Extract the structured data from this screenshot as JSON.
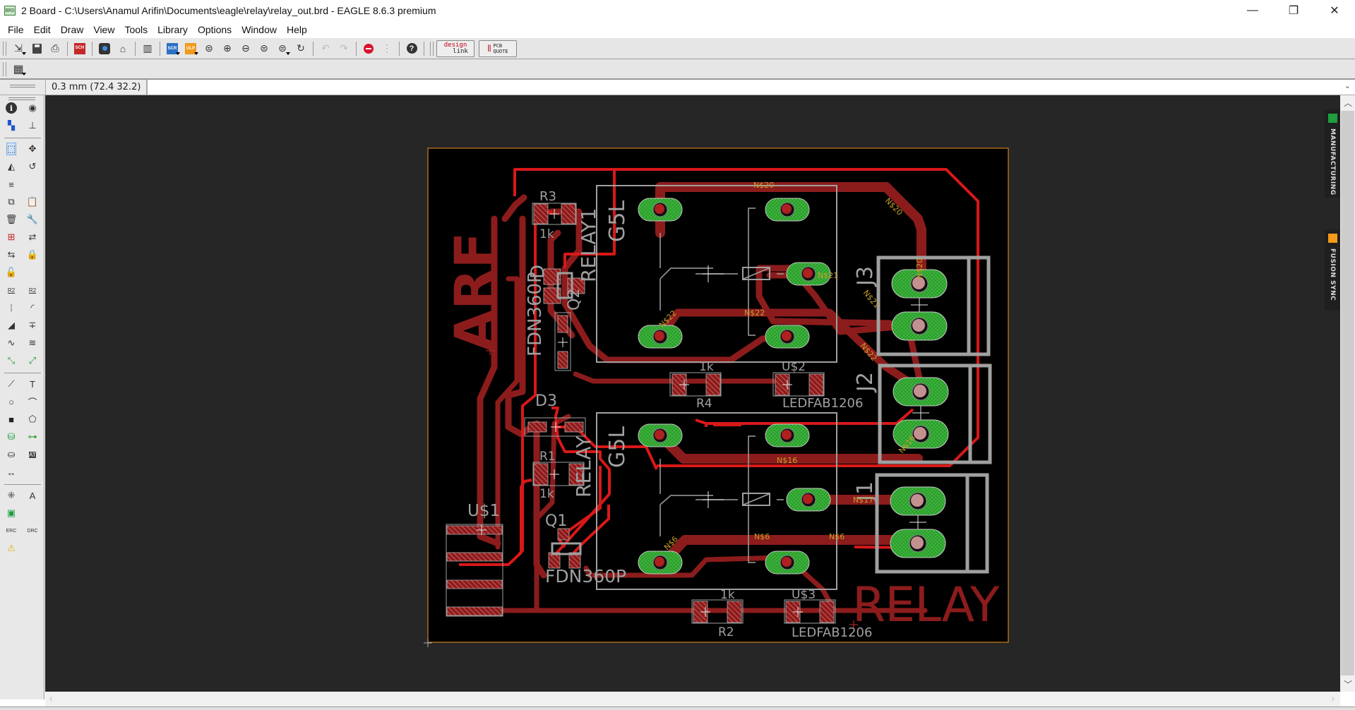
{
  "window": {
    "app_icon_text": "BRD",
    "title": "2 Board - C:\\Users\\Anamul Arifin\\Documents\\eagle\\relay\\relay_out.brd - EAGLE 8.6.3 premium",
    "controls": {
      "minimize": "—",
      "restore": "❐",
      "close": "✕"
    }
  },
  "menu": [
    "File",
    "Edit",
    "Draw",
    "View",
    "Tools",
    "Library",
    "Options",
    "Window",
    "Help"
  ],
  "toolbar": {
    "buttons": [
      {
        "name": "open-icon",
        "glyph": "⇲"
      },
      {
        "name": "save-icon",
        "glyph": "🖫"
      },
      {
        "name": "print-icon",
        "glyph": "⎙"
      },
      {
        "name": "sch-brd-switch-icon",
        "glyph": "SCH"
      },
      {
        "name": "cam-icon",
        "glyph": "◙"
      },
      {
        "name": "manufacturing-icon",
        "glyph": "⌂"
      },
      {
        "name": "library-icon",
        "glyph": "▥"
      },
      {
        "name": "script-icon",
        "glyph": "SCR"
      },
      {
        "name": "ulp-icon",
        "glyph": "ULP"
      },
      {
        "name": "zoom-fit-icon",
        "glyph": "⊜"
      },
      {
        "name": "zoom-in-icon",
        "glyph": "⊕"
      },
      {
        "name": "zoom-out-icon",
        "glyph": "⊖"
      },
      {
        "name": "zoom-select-icon",
        "glyph": "⊜"
      },
      {
        "name": "zoom-last-icon",
        "glyph": "⊜"
      },
      {
        "name": "redraw-icon",
        "glyph": "↻"
      },
      {
        "name": "undo-icon",
        "glyph": "↶"
      },
      {
        "name": "redo-icon",
        "glyph": "↷"
      },
      {
        "name": "stop-icon",
        "glyph": "⛔"
      },
      {
        "name": "go-icon",
        "glyph": "⋮"
      },
      {
        "name": "help-icon",
        "glyph": "?"
      }
    ],
    "designlink": {
      "line1": "design",
      "line2": "link"
    },
    "pcb_quote": {
      "line1": "PCB",
      "line2": "QUOTE"
    },
    "grid_button_glyph": "▦"
  },
  "command": {
    "grid_readout": "0.3 mm (72.4 32.2)",
    "input_value": "",
    "input_placeholder": ""
  },
  "side_tools": [
    {
      "name": "info-icon",
      "glyph": "ℹ"
    },
    {
      "name": "show-icon",
      "glyph": "◉"
    },
    {
      "name": "display-layers-icon",
      "glyph": "▚"
    },
    {
      "name": "mark-icon",
      "glyph": "⊥"
    },
    {
      "name": "group-select-icon",
      "glyph": "⬚"
    },
    {
      "name": "move-icon",
      "glyph": "✥"
    },
    {
      "name": "mirror-icon",
      "glyph": "◭"
    },
    {
      "name": "rotate-icon",
      "glyph": "↺"
    },
    {
      "name": "align-icon",
      "glyph": "≡"
    },
    {
      "name": "copy-icon",
      "glyph": "⧉"
    },
    {
      "name": "paste-icon",
      "glyph": "📋"
    },
    {
      "name": "delete-icon",
      "glyph": "🗑"
    },
    {
      "name": "change-icon",
      "glyph": "🔧"
    },
    {
      "name": "add-icon",
      "glyph": "⊞"
    },
    {
      "name": "replace-icon",
      "glyph": "⇄"
    },
    {
      "name": "swap-icon",
      "glyph": "⇆"
    },
    {
      "name": "lock-icon",
      "glyph": "🔒"
    },
    {
      "name": "smash-icon",
      "glyph": "🔓"
    },
    {
      "name": "name-icon",
      "glyph": "R2"
    },
    {
      "name": "value-icon",
      "glyph": "R2"
    },
    {
      "name": "split-icon",
      "glyph": "⁞"
    },
    {
      "name": "miter-icon",
      "glyph": "◜"
    },
    {
      "name": "optimize-icon",
      "glyph": "◢"
    },
    {
      "name": "meander-icon",
      "glyph": "∓"
    },
    {
      "name": "route-icon",
      "glyph": "∿"
    },
    {
      "name": "diff-pair-icon",
      "glyph": "≋"
    },
    {
      "name": "autorouter-icon",
      "glyph": "⤡"
    },
    {
      "name": "ripup-icon",
      "glyph": "⤢"
    },
    {
      "name": "wire-icon",
      "glyph": "⟋"
    },
    {
      "name": "text-icon",
      "glyph": "T"
    },
    {
      "name": "circle-icon",
      "glyph": "○"
    },
    {
      "name": "arc-icon",
      "glyph": "⌒"
    },
    {
      "name": "rectangle-icon",
      "glyph": "■"
    },
    {
      "name": "polygon-icon",
      "glyph": "⬠"
    },
    {
      "name": "via-icon",
      "glyph": "⛁"
    },
    {
      "name": "signal-icon",
      "glyph": "⊶"
    },
    {
      "name": "hole-icon",
      "glyph": "⛀"
    },
    {
      "name": "attribute-icon",
      "glyph": "AT"
    },
    {
      "name": "dimension-icon",
      "glyph": "↔"
    },
    {
      "name": "ratsnest-icon",
      "glyph": "⁜"
    },
    {
      "name": "auto-icon",
      "glyph": "A"
    },
    {
      "name": "board-icon",
      "glyph": "▣"
    },
    {
      "name": "erc-icon",
      "glyph": "ERC"
    },
    {
      "name": "drc-icon",
      "glyph": "DRC"
    },
    {
      "name": "errors-icon",
      "glyph": "⚠"
    }
  ],
  "right_panels": [
    {
      "label": "MANUFACTURING",
      "color": "#1e9e3e"
    },
    {
      "label": "FUSION SYNC",
      "color": "#f59a1b"
    }
  ],
  "colors": {
    "canvas": "#262626",
    "board": "#000000",
    "outline": "#c8821e",
    "top_trace": "#8c1c1c",
    "bottom_trace": "#d81818",
    "pad": "#b84a4a",
    "thru_pad": "#2a9c2a",
    "silk": "#a0a0a0",
    "net_label": "#c8a028"
  },
  "board": {
    "silk_texts": {
      "arf": "ARF",
      "relay_logo": "RELAY",
      "r3": "R3",
      "r3_val": "1k",
      "relay1": "RELAY1",
      "q2": "Q2",
      "q2_val": "FDN360P",
      "d_top": "D",
      "g5l_top": "G5L",
      "g5l_bot": "G5L",
      "r4": "R4",
      "r4_val": "1k",
      "us2": "U$2",
      "us2_val": "LEDFAB1206",
      "d3": "D3",
      "relay2": "RELAY",
      "r1": "R1",
      "r1_val": "1k",
      "us1": "U$1",
      "q1": "Q1",
      "q1_val": "FDN360P",
      "r2": "R2",
      "r2_val": "1k",
      "us3": "U$3",
      "us3_val": "LEDFAB1206",
      "j1": "J1",
      "j2": "J2",
      "j3": "J3"
    },
    "net_labels": {
      "n20a": "N$20",
      "n20b": "N$20",
      "n20c": "N$20",
      "n21a": "N$21",
      "n21b": "N$21",
      "n22a": "N$22",
      "n22b": "N$22",
      "n22c": "N$22",
      "n16a": "N$16",
      "n16b": "N$16",
      "n17": "N$17",
      "n6a": "N$6",
      "n6b": "N$6",
      "n6c": "N$6"
    }
  }
}
